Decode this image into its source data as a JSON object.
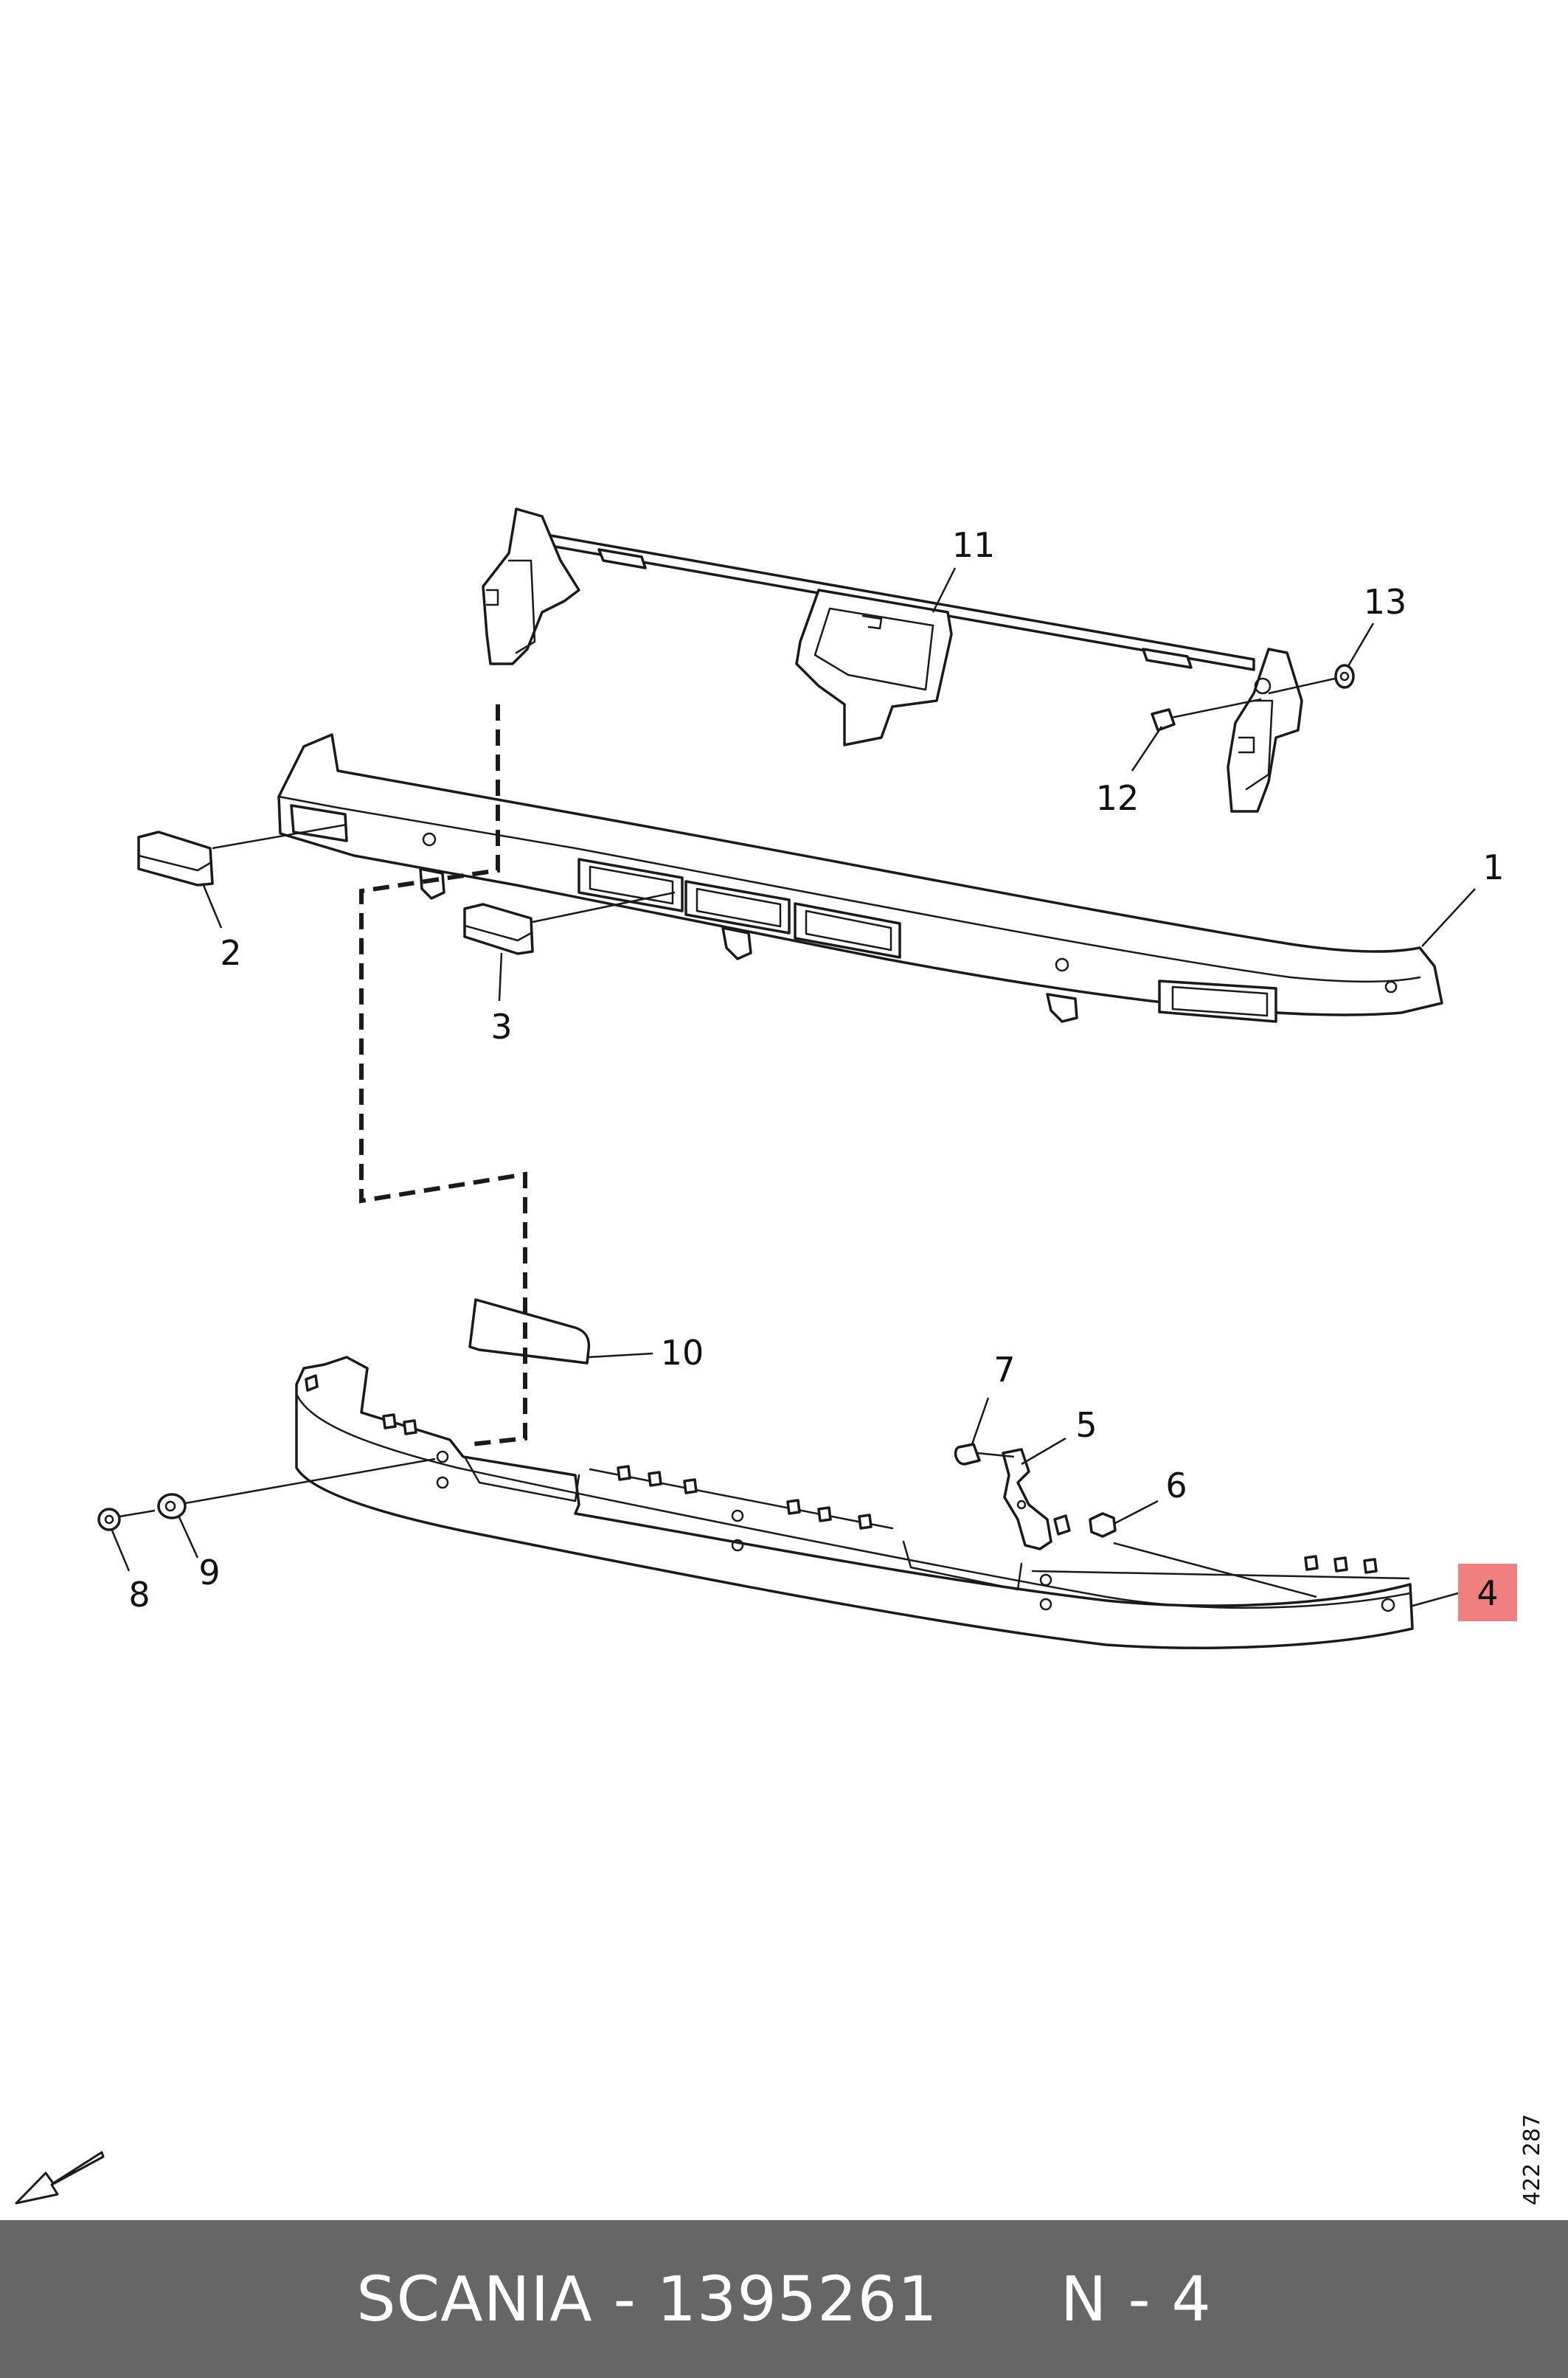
{
  "callouts": {
    "c1": "1",
    "c2": "2",
    "c3": "3",
    "c4": "4",
    "c5": "5",
    "c6": "6",
    "c7": "7",
    "c8": "8",
    "c9": "9",
    "c10": "10",
    "c11": "11",
    "c12": "12",
    "c13": "13"
  },
  "highlighted_callout": "4",
  "highlight_color": "#f08080",
  "reference_number": "422 287",
  "footer": {
    "brand": "SCANIA",
    "separator": "-",
    "part_number": "1395261",
    "position_label": "N - 4"
  },
  "footer_color": "#666666",
  "icons": {
    "direction": "arrow-down-left-icon"
  }
}
